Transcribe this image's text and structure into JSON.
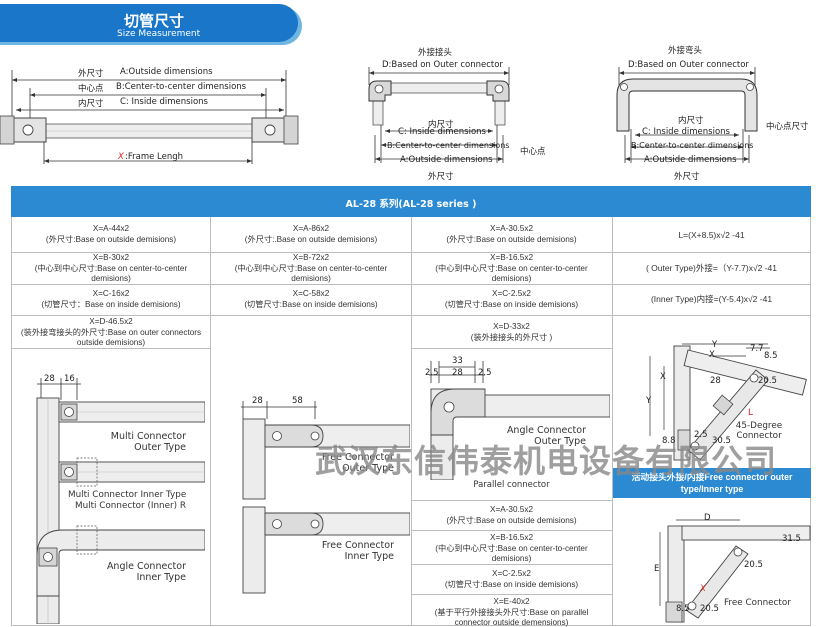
{
  "section": {
    "title_zh": "切管尺寸",
    "title_en": "Size Measurement"
  },
  "top_diagram_1": {
    "line1_zh": "外尺寸",
    "line1_en": "A:Outside dimensions",
    "line2_zh": "中心点",
    "line2_en": "B:Center-to-center dimensions",
    "line3_zh": "内尺寸",
    "line3_en": "C: Inside dimensions",
    "frame_x": "X",
    "frame_label": ":Frame Lengh"
  },
  "top_diagram_2": {
    "title_zh": "外接接头",
    "d_label": "D:Based on Outer connector",
    "inner_zh": "内尺寸",
    "c_label": "C: Inside dimensions",
    "b_label": "B:Center-to-center dimensions",
    "a_label": "A:Outside dimensions",
    "side_zh": "中心点",
    "bottom_zh": "外尺寸"
  },
  "top_diagram_3": {
    "title_zh": "外接弯头",
    "d_label": "D:Based on Outer connector",
    "inner_zh": "内尺寸",
    "c_label": "C: Inside dimensions",
    "b_label": "B:Center-to-center dimensions",
    "a_label": "A:Outside dimensions",
    "side_zh": "中心点尺寸",
    "bottom_zh": "外尺寸"
  },
  "table": {
    "header": "AL-28 系列(AL-28 series )",
    "col1": [
      {
        "f": "X=A-44x2",
        "d": [
          "(外尺寸:Base on outside demisions)"
        ]
      },
      {
        "f": "X=B-30x2",
        "d": [
          "(中心到中心尺寸:Base on center-to-center",
          "demisions)"
        ]
      },
      {
        "f": "X=C-16x2",
        "d": [
          "(切管尺寸：Base on inside demisions)"
        ]
      },
      {
        "f": "X=D-46.5x2",
        "d": [
          "(装外接弯接头的外尺寸:Base on outer connectors",
          "outside demisions)"
        ]
      }
    ],
    "col2": [
      {
        "f": "X=A-86x2",
        "d": [
          "(外尺寸:.Base on outside demisions)"
        ]
      },
      {
        "f": "X=B-72x2",
        "d": [
          "(中心到中心尺寸:Base on center-to-center",
          "demisions)"
        ]
      },
      {
        "f": "X=C-58x2",
        "d": [
          "(切管尺寸:Base on inside demisions)"
        ]
      }
    ],
    "col3": [
      {
        "f": "X=A-30.5x2",
        "d": [
          "(外尺寸:Base on outside demisions)"
        ]
      },
      {
        "f": "X=B-16.5x2",
        "d": [
          "(中心到中心尺寸:Base on center-to-center",
          "demisions)"
        ]
      },
      {
        "f": "X=C-2.5x2",
        "d": [
          "(切管尺寸:Base on inside demisions)"
        ]
      },
      {
        "f": "X=D-33x2",
        "d": [
          "(装外接接头的外尺寸 )"
        ]
      }
    ],
    "col3_bottom": [
      {
        "f": "X=A-30.5x2",
        "d": [
          "(外尺寸:Base on outside demisions)"
        ]
      },
      {
        "f": "X=B-16.5x2",
        "d": [
          "(中心到中心尺寸:Base on center-to-center",
          "demisions)"
        ]
      },
      {
        "f": "X=C-2.5x2",
        "d": [
          "(切管尺寸:Base on inside demisions)"
        ]
      },
      {
        "f": "X=E-40x2",
        "d": [
          "(基于平行外接接头外尺寸:Base on parallel",
          "connector outside demensions)"
        ]
      }
    ],
    "col4": [
      {
        "f": "L=(X+8.5)x√2 -41"
      },
      {
        "f": "( Outer Type)外接=（Y-7.7)x√2 -41"
      },
      {
        "f": "(Inner Type)内接=(Y-5.4)x√2 -41"
      }
    ],
    "free_header": "活动接头外接/内接Free connector outer type/Inner type"
  },
  "multi": {
    "d28": "28",
    "d16": "16",
    "outer": [
      "Multi Connector",
      "Outer Type"
    ],
    "inner": [
      "Multi Connector Inner Type",
      "Multi Connector (Inner) R"
    ],
    "angle": [
      "Angle Connector",
      "Inner Type"
    ]
  },
  "free": {
    "d28": "28",
    "d58": "58",
    "outer": [
      "Free Connector",
      "Outer Type"
    ],
    "inner": [
      "Free Connector",
      "Inner Type"
    ]
  },
  "angle": {
    "d33": "33",
    "d25a": "2.5",
    "d28": "28",
    "d25b": "2.5",
    "label": [
      "Angle Connector",
      "Outer Type"
    ],
    "parallel": "Parallel connector"
  },
  "deg45": {
    "y": "Y",
    "x": "X",
    "d77": "7.7",
    "d85": "8.5",
    "x2": "X",
    "y2": "Y",
    "d28": "28",
    "d205": "20.5",
    "L": "L",
    "d25": "2.5",
    "d305": "30.5",
    "d88": "8.8",
    "label": [
      "45-Degree",
      "Connector"
    ]
  },
  "freec": {
    "D": "D",
    "d315": "31.5",
    "E": "E",
    "x": "X",
    "d205": "20.5",
    "d85": "8.5",
    "d206": "20.5",
    "label": "Free Connector"
  },
  "watermark": "武汉东信伟泰机电设备有限公司"
}
